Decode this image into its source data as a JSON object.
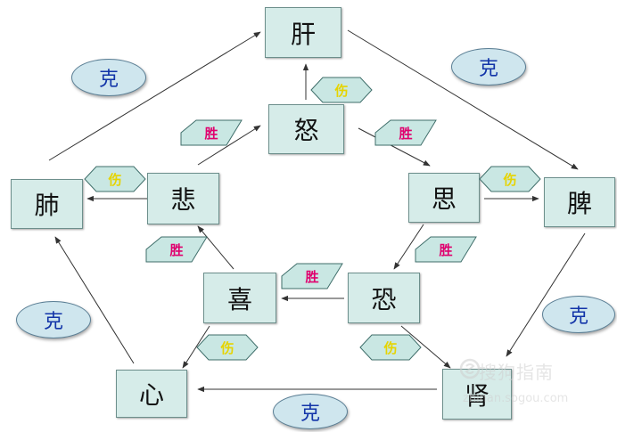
{
  "organs": {
    "gan": "肝",
    "fei": "肺",
    "pi": "脾",
    "xin": "心",
    "shen": "肾",
    "nu": "怒",
    "bei": "悲",
    "si": "思",
    "xi": "喜",
    "kong": "恐"
  },
  "relations": {
    "ke": "克",
    "sheng": "胜",
    "shang": "伤"
  },
  "watermark": {
    "title": "搜狗指南",
    "url": "zhinan.sogou.com"
  },
  "colors": {
    "box_fill": "#d6ece9",
    "ellipse_fill": "#cfe6ee",
    "ke_text": "#1234a8",
    "sheng_text": "#e0006e",
    "shang_text": "#e6d400",
    "tag_fill": "#c9e7e3"
  }
}
